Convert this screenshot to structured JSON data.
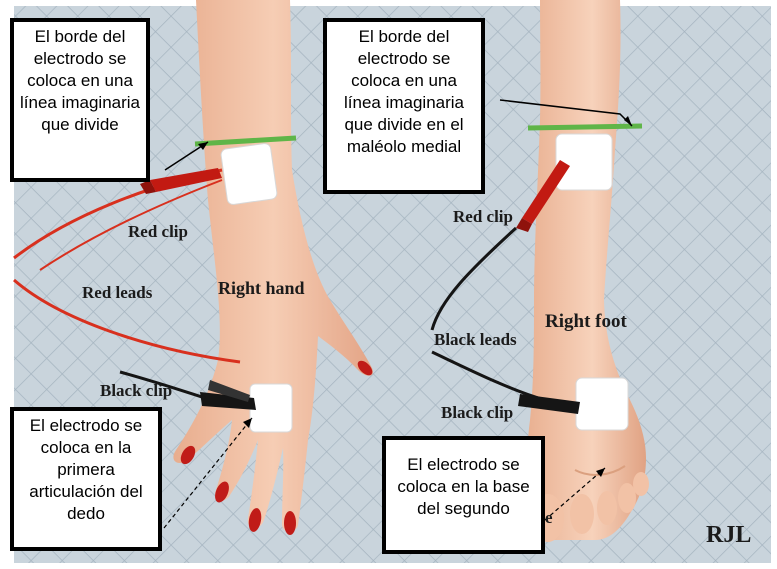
{
  "labels": {
    "red_clip_hand": "Red clip",
    "red_leads": "Red leads",
    "right_hand": "Right hand",
    "black_clip_hand": "Black clip",
    "red_clip_foot": "Red clip",
    "black_leads": "Black leads",
    "right_foot": "Right foot",
    "black_clip_foot": "Black clip",
    "partial_e": "e",
    "signature": "RJL"
  },
  "callouts": {
    "top_left": "El borde del electrodo se coloca en una línea imaginaria que divide",
    "top_right": "El borde del electrodo se coloca en una línea imaginaria que divide en el maléolo medial",
    "bottom_left": "El electrodo se coloca en la primera articulación del dedo",
    "bottom_right": "El electrodo se coloca en la base del segundo"
  },
  "colors": {
    "background_grid": "#b9c7d2",
    "skin": "#f0c0a4",
    "red_lead": "#d8301e",
    "black_lead": "#151515",
    "electrode": "#ffffff",
    "marker_line": "#5fb548",
    "nail_polish": "#c01c18"
  }
}
